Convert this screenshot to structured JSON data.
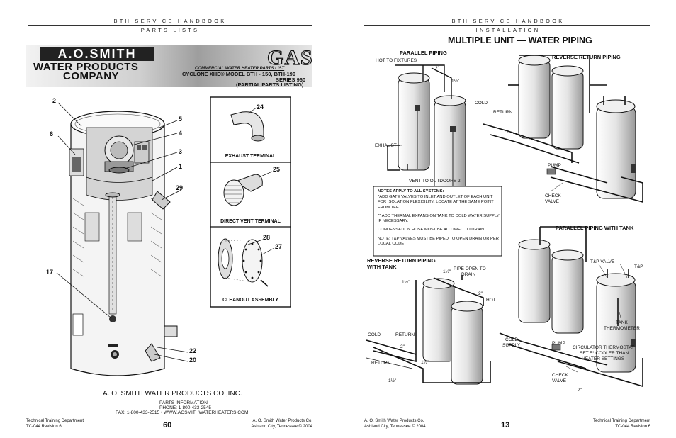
{
  "left": {
    "header_title": "BTH SERVICE HANDBOOK",
    "header_subtitle": "PARTS LISTS",
    "banner": {
      "logo": "A.O.SMITH",
      "gas": "GAS",
      "line1": "WATER PRODUCTS",
      "line2": "COMPANY",
      "doc_title": "COMMERCIAL WATER HEATER PARTS LIST",
      "model_line": "CYCLONE XHE® MODEL BTH - 150, BTH-199",
      "series": "SERIES 960",
      "partial": "(PARTIAL PARTS LISTING)"
    },
    "callouts": {
      "c2": "2",
      "c5": "5",
      "c6": "6",
      "c4": "4",
      "c3": "3",
      "c1": "1",
      "c29": "29",
      "c17": "17",
      "c22": "22",
      "c20": "20",
      "c24": "24",
      "c25": "25",
      "c28": "28",
      "c27": "27"
    },
    "boxes": {
      "exhaust": "EXHAUST TERMINAL",
      "direct_vent": "DIRECT VENT TERMINAL",
      "cleanout": "CLEANOUT ASSEMBLY"
    },
    "company": "A. O. SMITH WATER PRODUCTS CO.,INC.",
    "parts_info": "PARTS INFORMATION",
    "phone": "PHONE: 1-800-433-2545",
    "fax": "FAX: 1-800-433-2515 • WWW.AOSMITHWATERHEATERS.COM",
    "footer_left_1": "Technical Training Department",
    "footer_left_2": "TC-044 Revision 6",
    "page_number": "60",
    "footer_right_1": "A. O. Smith Water Products Co.",
    "footer_right_2": "Ashland City, Tennessee © 2004"
  },
  "right": {
    "header_title": "BTH SERVICE HANDBOOK",
    "header_subtitle": "INSTALLATION",
    "title": "MULTIPLE UNIT — WATER PIPING",
    "sections": {
      "parallel": "PARALLEL PIPING",
      "reverse": "REVERSE RETURN PIPING",
      "parallel_tank": "PARALLEL PIPING WITH TANK",
      "reverse_tank_1": "REVERSE RETURN PIPING",
      "reverse_tank_2": "WITH TANK"
    },
    "labels": {
      "hot_to_fixtures": "HOT TO FIXTURES",
      "two_in_a": "2\"",
      "one_half_a": "1½\"",
      "cold_a": "COLD",
      "return_a": "RETURN",
      "exhaust": "EXHAUST",
      "vent": "VENT TO OUTDOORS 2",
      "pump_a": "PUMP",
      "check_valve_a_1": "CHECK",
      "check_valve_a_2": "VALVE",
      "tp_valve": "T&P VALVE",
      "tp": "T&P",
      "tank_therm_1": "TANK",
      "tank_therm_2": "THERMOMETER",
      "one_half_b": "1½\"",
      "pipe_open_1": "PIPE OPEN TO",
      "pipe_open_2": "DRAIN",
      "one_half_c": "1½\"",
      "two_in_b": "2\"",
      "hot_b": "HOT",
      "cold_b": "COLD",
      "return_b": "RETURN",
      "two_in_c": "2\"",
      "return_c": "RETURN",
      "one_half_d": "1½\"",
      "one_half_e": "1½\"",
      "cold_supply_1": "COLD",
      "cold_supply_2": "SUPPLY",
      "pump_b": "PUMP",
      "circ_1": "CIRCULATOR THERMOSTAT",
      "circ_2": "SET 5° COOLER THAN",
      "circ_3": "HEATER SETTINGS",
      "check_valve_b_1": "CHECK",
      "check_valve_b_2": "VALVE",
      "two_in_d": "2\""
    },
    "notes": {
      "heading": "NOTES APPLY TO ALL SYSTEMS:",
      "n1": "*ADD GATE VALVES TO INLET AND OUTLET OF EACH UNIT FOR ISOLATION FLEXIBILITY. LOCATE AT THE SAME POINT FROM TEE.",
      "n2": "** ADD THERMAL EXPANSION TANK TO COLD WATER SUPPLY IF NECESSARY.",
      "n3": "CONDENSATION HOSE MUST BE ALLOWED TO DRAIN.",
      "n4": "NOTE: T&P VALVES MUST BE PIPED TO OPEN DRAIN OR PER LOCAL CODE"
    },
    "footer_left_1": "A. O. Smith Water Products Co.",
    "footer_left_2": "Ashland City, Tennessee © 2004",
    "page_number": "13",
    "footer_right_1": "Technical Training Department",
    "footer_right_2": "TC-044 Revision 6"
  }
}
